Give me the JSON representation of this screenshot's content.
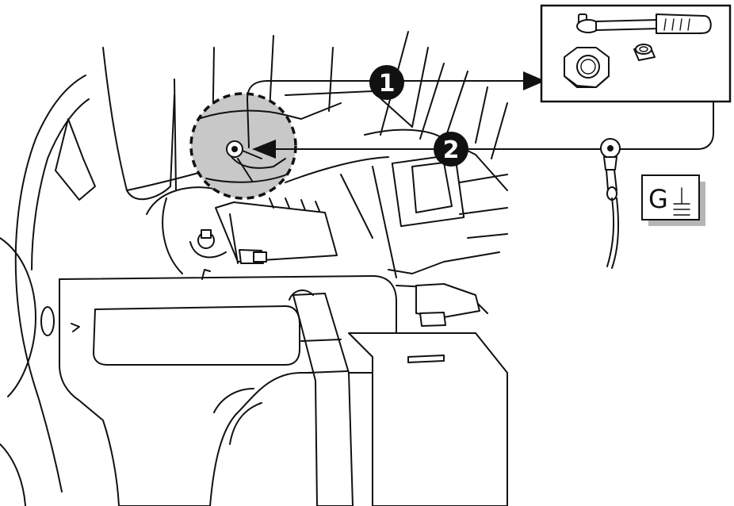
{
  "callouts": [
    {
      "number": "1"
    },
    {
      "number": "2"
    }
  ],
  "ground_symbol": {
    "letter": "G",
    "icon": "ground-icon"
  },
  "tools_box": {
    "items": [
      "ratchet-wrench-icon",
      "hex-nut-icon",
      "socket-icon"
    ]
  },
  "colors": {
    "ink": "#111111",
    "highlight": "#c8c8c8",
    "shadow": "#b5b5b5"
  }
}
